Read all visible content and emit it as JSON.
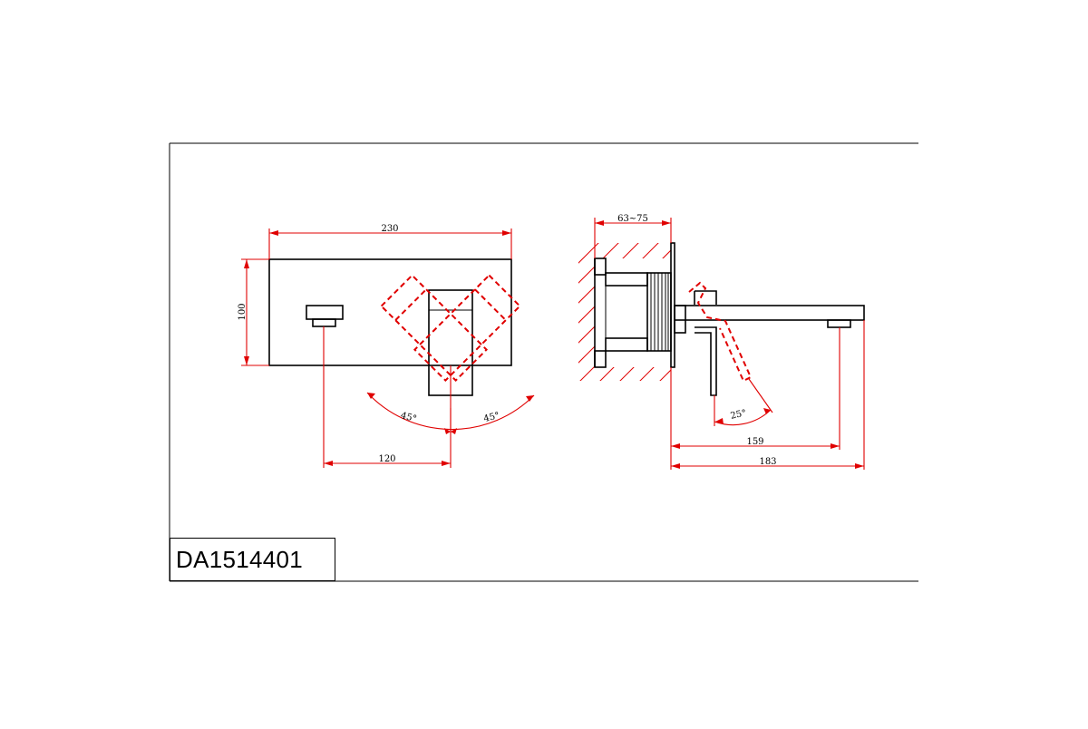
{
  "drawing": {
    "model_code": "DA1514401",
    "dimensions": {
      "front_width": "230",
      "front_height": "100",
      "handle_offset": "120",
      "angle_left": "45°",
      "angle_right": "45°",
      "wall_depth": "63~75",
      "side_angle": "25°",
      "spout_reach_short": "159",
      "spout_reach_long": "183"
    }
  },
  "colors": {
    "line": "#000000",
    "dimension": "#e00000",
    "background": "#ffffff"
  }
}
